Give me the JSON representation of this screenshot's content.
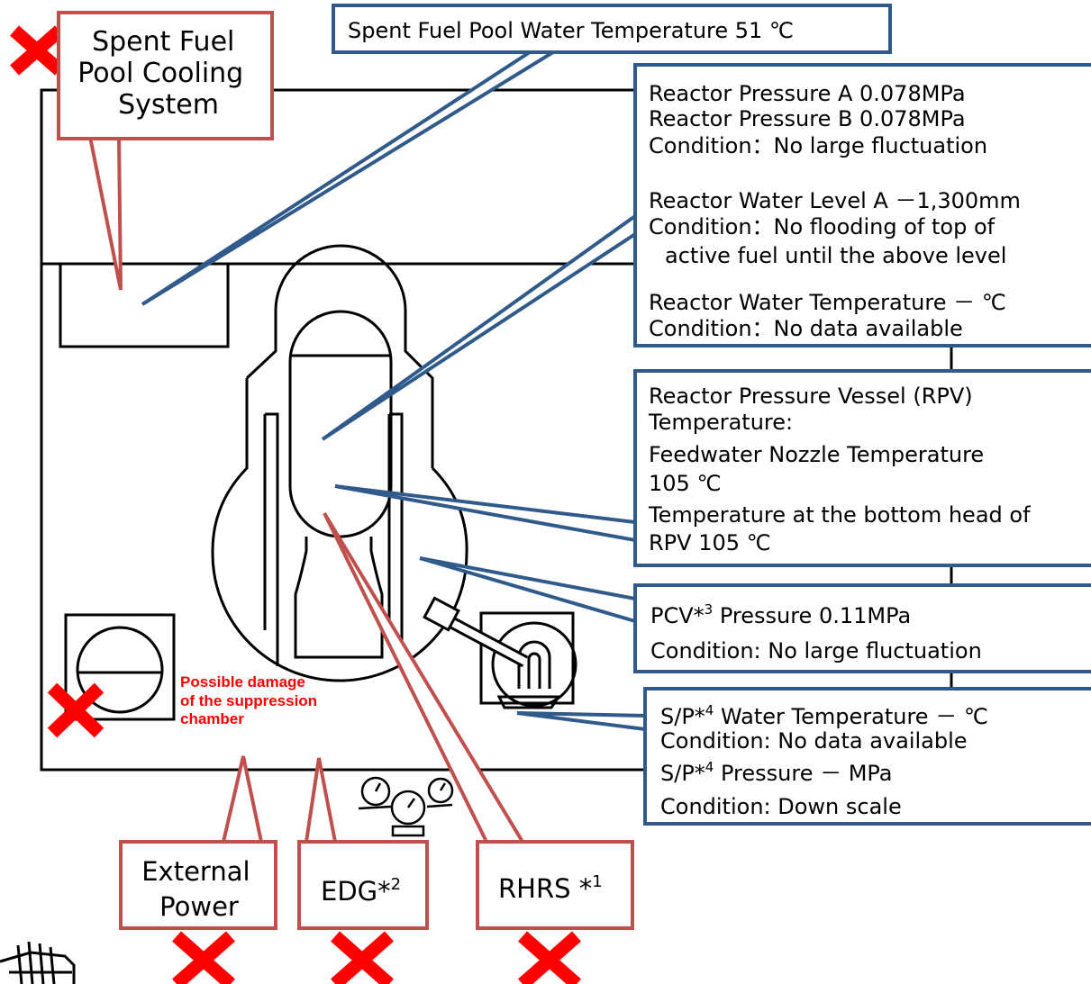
{
  "colors": {
    "callout_red": "#c0504d",
    "callout_blue": "#2f5a8a",
    "failure_cross": "#ff0000",
    "warning_text": "#ff0000"
  },
  "failure_marker_icon": "red-x-cross-icon",
  "pool_cooling": {
    "lines": [
      "Spent Fuel",
      "Pool Cooling",
      "System"
    ]
  },
  "pool_temp": {
    "label": "Spent Fuel Pool Water Temperature  51  ℃"
  },
  "reactor_pressure": {
    "lines": [
      "Reactor Pressure A   0.078MPa",
      "Reactor Pressure B   0.078MPa",
      "Condition：No large fluctuation",
      "Reactor Water Level A   －1,300mm",
      "Condition：No flooding of top of",
      "active fuel until the above level",
      "Reactor Water Temperature －  ℃",
      "Condition：No data available"
    ]
  },
  "rpv_temp": {
    "lines": [
      "Reactor Pressure Vessel (RPV)",
      "Temperature:",
      "Feedwater Nozzle Temperature",
      "105 ℃",
      "Temperature at the bottom head of",
      "RPV 105 ℃"
    ]
  },
  "pcv": {
    "pressure": {
      "prefix": "PCV*",
      "sup": "3",
      "suffix": "  Pressure   0.11MPa"
    },
    "condition": "Condition: No large fluctuation"
  },
  "sp": {
    "water_temp": {
      "prefix": "S/P*",
      "sup": "4",
      "suffix": "  Water Temperature －  ℃"
    },
    "water_condition": "Condition: No data available",
    "pressure": {
      "prefix": "S/P*",
      "sup": "4",
      "suffix": "  Pressure  －  MPa"
    },
    "pressure_condition": "Condition: Down scale"
  },
  "suppression_warning": {
    "lines": [
      "Possible damage",
      "of the suppression",
      "chamber"
    ]
  },
  "external_power": {
    "lines": [
      "External",
      "Power"
    ]
  },
  "edg": {
    "prefix": "EDG*",
    "sup": "2"
  },
  "rhrs": {
    "prefix": "RHRS *",
    "sup": "1"
  }
}
